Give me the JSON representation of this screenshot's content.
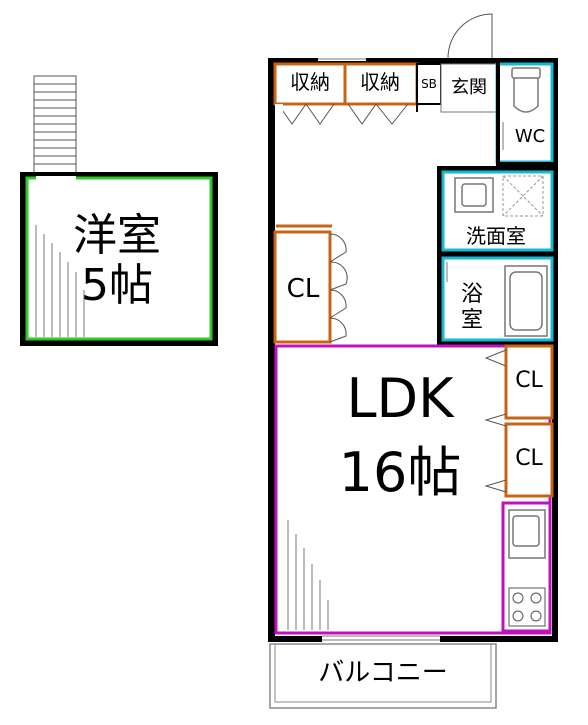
{
  "rooms": {
    "western_room": {
      "name": "洋室",
      "size": "5帖"
    },
    "ldk": {
      "name": "LDK",
      "size": "16帖"
    },
    "storage_1": "収納",
    "storage_2": "収納",
    "shoe_box": "SB",
    "entrance": "玄関",
    "toilet": "WC",
    "washroom": "洗面室",
    "bathroom_line1": "浴",
    "bathroom_line2": "室",
    "closet_left": "CL",
    "closet_right_1": "CL",
    "closet_right_2": "CL",
    "balcony": "バルコニー"
  },
  "colors": {
    "wall": "#000000",
    "western_room": "#2ec82e",
    "ldk": "#c010c0",
    "storage": "#c86414",
    "wet_area": "#18b8d0",
    "fixture": "#888888"
  }
}
